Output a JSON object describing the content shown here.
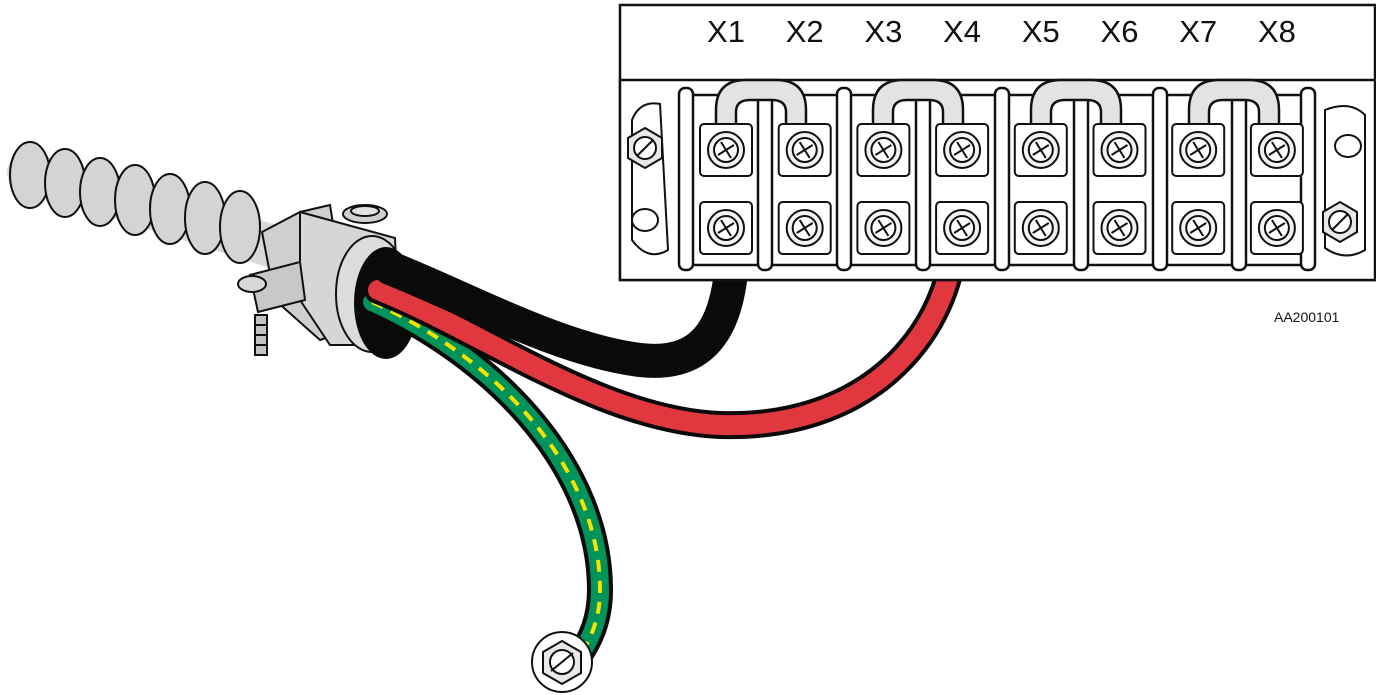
{
  "terminal_block": {
    "labels": [
      "X1",
      "X2",
      "X3",
      "X4",
      "X5",
      "X6",
      "X7",
      "X8"
    ],
    "jumpers": [
      [
        "X1",
        "X2"
      ],
      [
        "X3",
        "X4"
      ],
      [
        "X5",
        "X6"
      ],
      [
        "X7",
        "X8"
      ]
    ]
  },
  "wires": [
    {
      "name": "black-wire",
      "color": "#0a0a0a",
      "terminal": "X1"
    },
    {
      "name": "red-wire",
      "color": "#e0383e",
      "terminal": "X4"
    },
    {
      "name": "ground-wire",
      "color": "#00935a",
      "stripe": "#f2e400"
    }
  ],
  "figure_code": "AA200101"
}
